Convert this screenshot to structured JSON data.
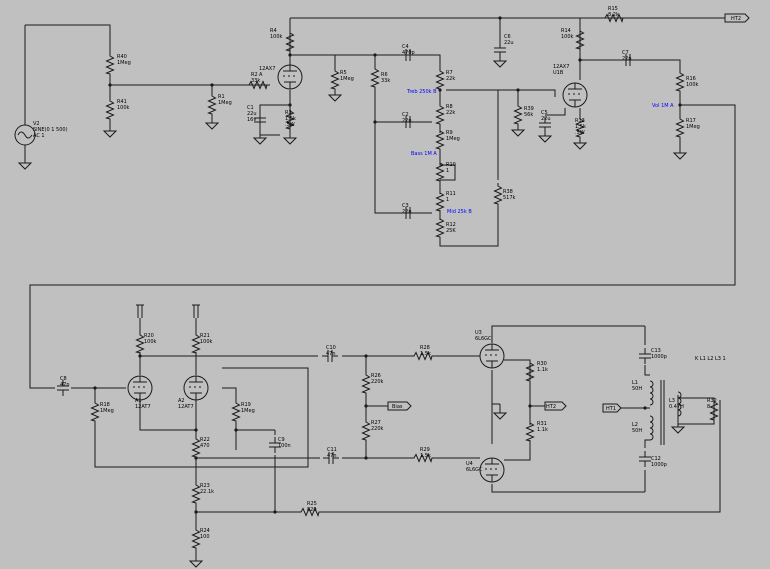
{
  "components": [
    {
      "id": "r4",
      "lines": [
        "R4",
        "100k"
      ]
    },
    {
      "id": "r15",
      "lines": [
        "R15",
        "8.2k"
      ]
    },
    {
      "id": "c6",
      "lines": [
        "C6",
        "22u"
      ]
    },
    {
      "id": "r14",
      "lines": [
        "R14",
        "100k"
      ]
    },
    {
      "id": "r40",
      "lines": [
        "R40",
        "1Meg"
      ]
    },
    {
      "id": "r41",
      "lines": [
        "R41",
        "100k"
      ]
    },
    {
      "id": "v2",
      "lines": [
        "V2",
        "SINE(0 1 500)",
        "AC 1"
      ]
    },
    {
      "id": "u1a",
      "lines": [
        "12AX7",
        "A"
      ]
    },
    {
      "id": "r2",
      "lines": [
        "R2",
        "33k"
      ]
    },
    {
      "id": "r1",
      "lines": [
        "R1",
        "1Meg"
      ]
    },
    {
      "id": "c1",
      "lines": [
        "C1",
        "22u",
        "16v"
      ]
    },
    {
      "id": "r3",
      "lines": [
        "R3",
        "1.5k",
        ".5W"
      ]
    },
    {
      "id": "r5",
      "lines": [
        "R5",
        "1Meg"
      ]
    },
    {
      "id": "c4",
      "lines": [
        "C4",
        "470p"
      ]
    },
    {
      "id": "r6",
      "lines": [
        "R6",
        "33k"
      ]
    },
    {
      "id": "r7",
      "lines": [
        "R7",
        "22k"
      ]
    },
    {
      "id": "r8",
      "lines": [
        "R8",
        "22k"
      ]
    },
    {
      "id": "c2",
      "lines": [
        "C2",
        "22n"
      ]
    },
    {
      "id": "r9",
      "lines": [
        "R9",
        "1Meg"
      ]
    },
    {
      "id": "r10",
      "lines": [
        "R10",
        "1"
      ]
    },
    {
      "id": "r11",
      "lines": [
        "R11",
        "1"
      ]
    },
    {
      "id": "c3",
      "lines": [
        "C3",
        "22n"
      ]
    },
    {
      "id": "r12",
      "lines": [
        "R12",
        "25K"
      ]
    },
    {
      "id": "r38",
      "lines": [
        "R38",
        "517k"
      ]
    },
    {
      "id": "r39",
      "lines": [
        "R39",
        "56k"
      ]
    },
    {
      "id": "c5",
      "lines": [
        "C5",
        "22u"
      ]
    },
    {
      "id": "u1b",
      "lines": [
        "12AX7",
        "U1B"
      ]
    },
    {
      "id": "r13",
      "lines": [
        "R13",
        "1.5k",
        ".5W"
      ]
    },
    {
      "id": "c7",
      "lines": [
        "C7",
        "22n"
      ]
    },
    {
      "id": "r16",
      "lines": [
        "R16",
        "100k"
      ]
    },
    {
      "id": "r17",
      "lines": [
        "R17",
        "1Meg"
      ]
    },
    {
      "id": "r20",
      "lines": [
        "R20",
        "100k"
      ]
    },
    {
      "id": "r21",
      "lines": [
        "R21",
        "100k"
      ]
    },
    {
      "id": "c8",
      "lines": [
        "C8",
        "47n"
      ]
    },
    {
      "id": "r18",
      "lines": [
        "R18",
        "1Meg"
      ]
    },
    {
      "id": "a1",
      "lines": [
        "A1",
        "12AT7"
      ]
    },
    {
      "id": "a2",
      "lines": [
        "A2",
        "12AT7"
      ]
    },
    {
      "id": "r19",
      "lines": [
        "R19",
        "1Meg"
      ]
    },
    {
      "id": "r22",
      "lines": [
        "R22",
        "470"
      ]
    },
    {
      "id": "c9",
      "lines": [
        "C9",
        "100n"
      ]
    },
    {
      "id": "r23",
      "lines": [
        "R23",
        "22.1k"
      ]
    },
    {
      "id": "r24",
      "lines": [
        "R24",
        "100"
      ]
    },
    {
      "id": "r25",
      "lines": [
        "R25",
        "820"
      ]
    },
    {
      "id": "c10",
      "lines": [
        "C10",
        "47n"
      ]
    },
    {
      "id": "c11",
      "lines": [
        "C11",
        "47n"
      ]
    },
    {
      "id": "r26",
      "lines": [
        "R26",
        "220k"
      ]
    },
    {
      "id": "r27",
      "lines": [
        "R27",
        "220k"
      ]
    },
    {
      "id": "r28",
      "lines": [
        "R28",
        "1.5k"
      ]
    },
    {
      "id": "r29",
      "lines": [
        "R29",
        "1.5k"
      ]
    },
    {
      "id": "u3",
      "lines": [
        "U3",
        "6L6GC"
      ]
    },
    {
      "id": "u4",
      "lines": [
        "U4",
        "6L6GC"
      ]
    },
    {
      "id": "r30",
      "lines": [
        "R30",
        "1.1k"
      ]
    },
    {
      "id": "r31",
      "lines": [
        "R31",
        "1.1k"
      ]
    },
    {
      "id": "c13",
      "lines": [
        "C13",
        "1000p"
      ]
    },
    {
      "id": "c12",
      "lines": [
        "C12",
        "1000p"
      ]
    },
    {
      "id": "l1",
      "lines": [
        "L1",
        "50H"
      ]
    },
    {
      "id": "l2",
      "lines": [
        "L2",
        "50H"
      ]
    },
    {
      "id": "l3",
      "lines": [
        "L3",
        "0.47H"
      ]
    },
    {
      "id": "r32",
      "lines": [
        "R32",
        "8"
      ]
    }
  ],
  "pots": {
    "treb": "Treb 250k B",
    "bass": "Bass 1M A",
    "mid": "Mid 25k B",
    "vol": "Vol 1M A"
  },
  "nets": {
    "ht2": "HT2",
    "ht1": "HT1",
    "bias": "Bias"
  },
  "directive": "K L1 L2 L3 1"
}
